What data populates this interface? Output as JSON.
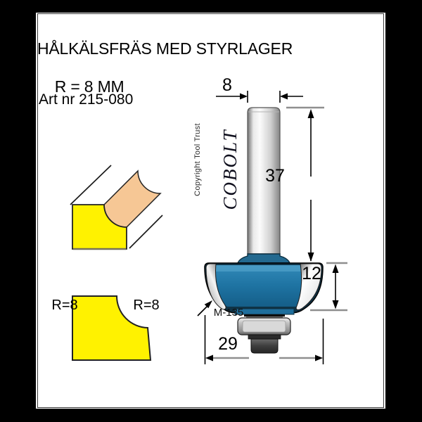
{
  "page": {
    "title_line1": "HÅLKÄLSFRÄS MED STYRLAGER",
    "title_line2": "R = 8 MM",
    "art_nr": "Art nr 215-080"
  },
  "diagram": {
    "brand": "COBOLT",
    "copyright": "Copyright Tool Trust",
    "bearing_label": "M-135",
    "radius_pointer_label": "R=8",
    "profile_radius_label": "R=8",
    "dims": {
      "shank_diameter": "8",
      "shank_length": "37",
      "cutter_height": "12",
      "cutter_diameter": "29"
    },
    "colors": {
      "background": "#000000",
      "paper": "#ffffff",
      "cutter_blue": "#1E73A2",
      "cutter_blue_dark": "#0F3346",
      "profile_yellow": "#FFF200",
      "cove_peach": "#F6C795",
      "line_gray": "#8f8f8f"
    }
  }
}
